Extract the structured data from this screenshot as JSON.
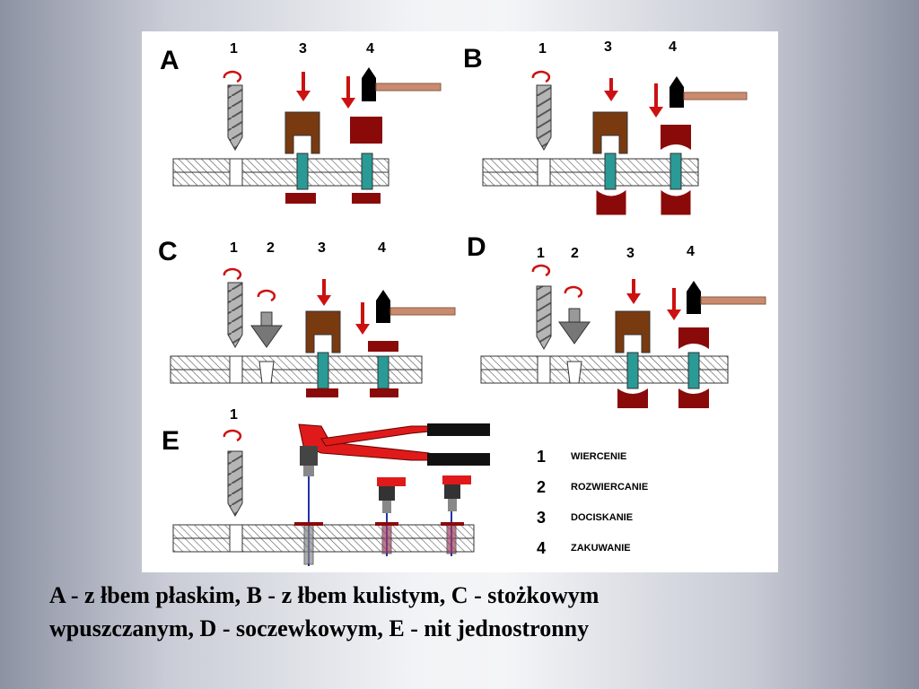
{
  "panels": [
    {
      "letter": "A",
      "steps": [
        "1",
        "3",
        "4"
      ]
    },
    {
      "letter": "B",
      "steps": [
        "1",
        "3",
        "4"
      ]
    },
    {
      "letter": "C",
      "steps": [
        "1",
        "2",
        "3",
        "4"
      ]
    },
    {
      "letter": "D",
      "steps": [
        "1",
        "2",
        "3",
        "4"
      ]
    },
    {
      "letter": "E",
      "steps": [
        "1"
      ]
    }
  ],
  "legend": [
    {
      "num": "1",
      "label": "WIERCENIE"
    },
    {
      "num": "2",
      "label": "ROZWIERCANIE"
    },
    {
      "num": "3",
      "label": "DOCISKANIE"
    },
    {
      "num": "4",
      "label": "ZAKUWANIE"
    }
  ],
  "caption": {
    "line1": "A - z łbem płaskim, B - z łbem kulistym, C - stożkowym",
    "line2": "wpuszczanym, D - soczewkowym, E - nit jednostronny"
  },
  "colors": {
    "arrow": "#cc1111",
    "rivet": "#2a9a96",
    "die_brown": "#7a3a10",
    "die_dark_red": "#8a0a0a",
    "hammer_handle": "#c98b6f",
    "tool_red": "#e01a1a",
    "plate_hatch": "#555555"
  }
}
